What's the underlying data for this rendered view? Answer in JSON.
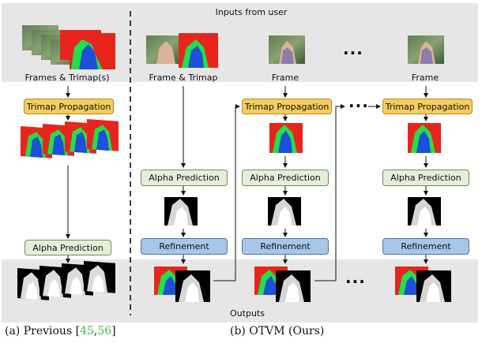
{
  "labels": {
    "inputs_from_user": "Inputs from user",
    "outputs": "Outputs",
    "frames_trimaps": "Frames & Trimap(s)",
    "frame_trimap": "Frame & Trimap",
    "frame_1": "Frame",
    "frame_2": "Frame",
    "ellipsis": "..."
  },
  "boxes": {
    "trimap_propagation": "Trimap Propagation",
    "alpha_prediction": "Alpha Prediction",
    "refinement": "Refinement"
  },
  "captions": {
    "a_prefix": "(a) Previous [",
    "a_ref1": "45",
    "a_sep": ",",
    "a_ref2": "56",
    "a_suffix": "]",
    "b": "(b) OTVM (Ours)"
  },
  "colors": {
    "trimap_box": "#f6cd5e",
    "alpha_box": "#e4efd8",
    "refine_box": "#a8c6e8",
    "band": "#e6e6e6",
    "trimap_fg": "#1d4fd8",
    "trimap_unknown": "#21e04a",
    "trimap_bg": "#e8251c",
    "citation": "#36c23a"
  }
}
